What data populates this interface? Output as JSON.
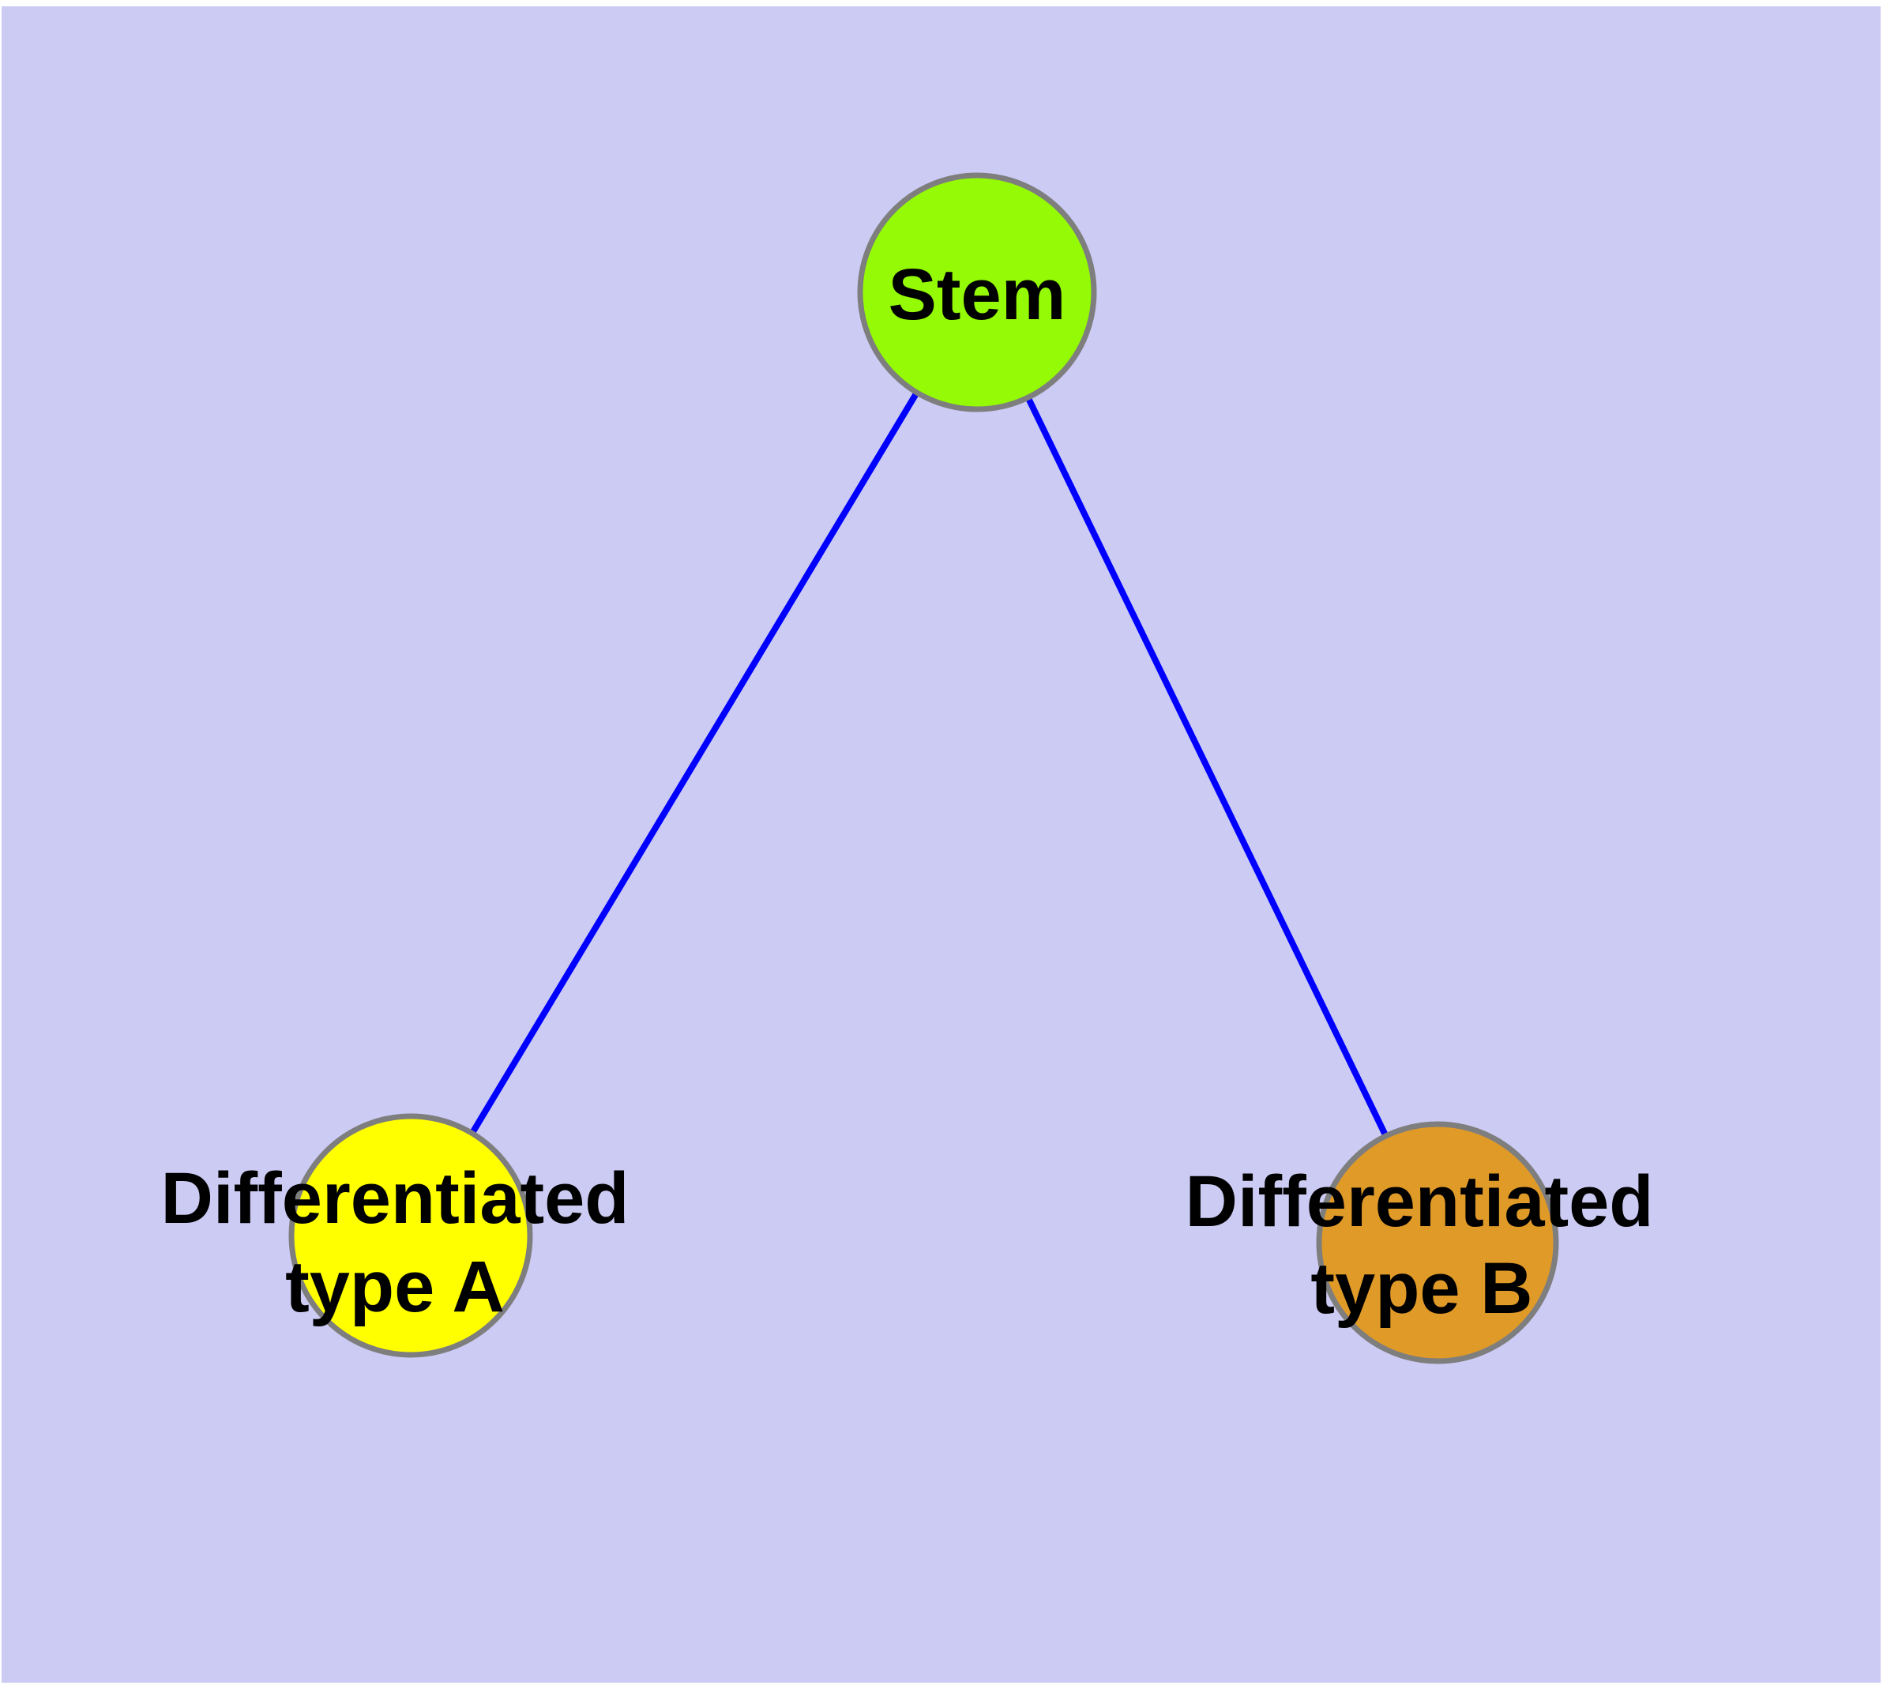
{
  "graph": {
    "colors": {
      "background": "#CBCBF4",
      "frame": "#FFFFFF",
      "edge": "#0000FF",
      "node_border": "#7E7E7E",
      "label_text": "#000000",
      "stem_fill": "#94FA05",
      "type_a_fill": "#FFFF00",
      "type_b_fill": "#E09A28"
    },
    "nodes": {
      "stem": {
        "label": "Stem",
        "lines": [
          "Stem"
        ],
        "fill": "#94FA05"
      },
      "type_a": {
        "label": "Differentiated type A",
        "lines": [
          "Differentiated",
          "type A"
        ],
        "fill": "#FFFF00"
      },
      "type_b": {
        "label": "Differentiated type B",
        "lines": [
          "Differentiated",
          "type B"
        ],
        "fill": "#E09A28"
      }
    },
    "edges": [
      {
        "from": "Stem",
        "to": "Differentiated type A"
      },
      {
        "from": "Stem",
        "to": "Differentiated type B"
      }
    ]
  }
}
